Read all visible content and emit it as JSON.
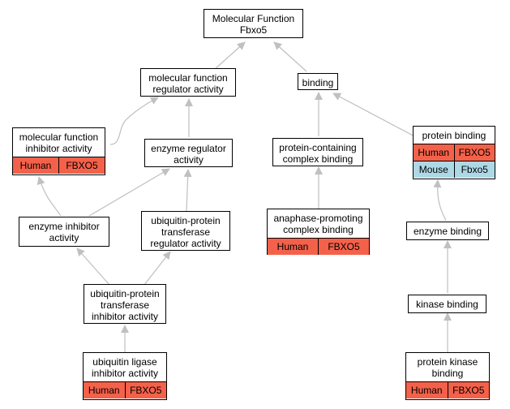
{
  "colors": {
    "human_row": "#f4614a",
    "mouse_row": "#add8e6",
    "edge": "#bfbfbf",
    "arrowhead": "#c0c0c0"
  },
  "nodes": {
    "root": {
      "label": "Molecular Function\nFbxo5"
    },
    "mf_regulator": {
      "label": "molecular function\nregulator activity"
    },
    "binding": {
      "label": "binding"
    },
    "mf_inhibitor": {
      "label": "molecular function\ninhibitor activity",
      "rows": [
        {
          "species": "Human",
          "gene": "FBXO5"
        }
      ]
    },
    "enzyme_regulator": {
      "label": "enzyme regulator\nactivity"
    },
    "protein_containing": {
      "label": "protein-containing\ncomplex binding"
    },
    "protein_binding": {
      "label": "protein binding",
      "rows": [
        {
          "species": "Human",
          "gene": "FBXO5"
        },
        {
          "species": "Mouse",
          "gene": "Fbxo5"
        }
      ]
    },
    "enzyme_inhibitor": {
      "label": "enzyme inhibitor\nactivity"
    },
    "ub_transferase_regulator": {
      "label": "ubiquitin-protein\ntransferase\nregulator activity"
    },
    "apc_binding": {
      "label": "anaphase-promoting\ncomplex binding",
      "rows": [
        {
          "species": "Human",
          "gene": "FBXO5"
        }
      ]
    },
    "enzyme_binding": {
      "label": "enzyme binding"
    },
    "ub_transferase_inhibitor": {
      "label": "ubiquitin-protein\ntransferase\ninhibitor activity"
    },
    "kinase_binding": {
      "label": "kinase binding"
    },
    "ub_ligase_inhibitor": {
      "label": "ubiquitin ligase\ninhibitor activity",
      "rows": [
        {
          "species": "Human",
          "gene": "FBXO5"
        }
      ]
    },
    "protein_kinase_binding": {
      "label": "protein kinase\nbinding",
      "rows": [
        {
          "species": "Human",
          "gene": "FBXO5"
        }
      ]
    }
  }
}
